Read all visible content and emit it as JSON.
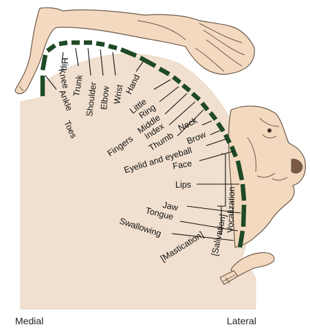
{
  "labels": {
    "toes": "Toes",
    "ankle": "Ankle",
    "knee": "Knee",
    "hip": "Hip",
    "trunk": "Trunk",
    "shoulder": "Shoulder",
    "elbow": "Elbow",
    "wrist": "Wrist",
    "hand": "Hand",
    "little": "Little",
    "ring": "Ring",
    "middle": "Middle",
    "index": "Index",
    "thumb": "Thumb",
    "fingers": "Fingers",
    "neck": "Neck",
    "brow": "Brow",
    "eyelid": "Eyelid and eyeball",
    "face": "Face",
    "lips": "Lips",
    "vocalization": "Vocalization",
    "jaw": "Jaw",
    "tongue": "Tongue",
    "swallowing": "Swallowing",
    "salivation": "[Salivation]",
    "mastication": "[Mastication]"
  },
  "corners": {
    "medial": "Medial",
    "lateral": "Lateral"
  },
  "colors": {
    "cortex": "#f1e0cf",
    "homunculus_skin": "#f3d9bf",
    "motor_strip": "#1f4a26"
  }
}
